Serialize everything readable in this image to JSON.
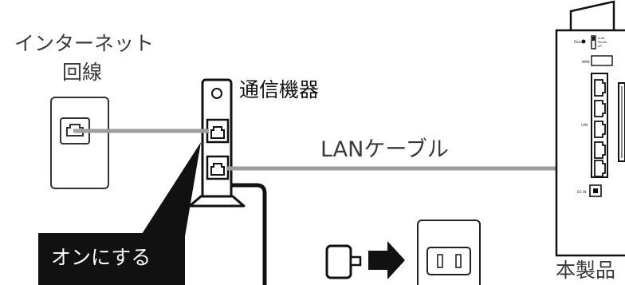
{
  "labels": {
    "internet_line_1": "インターネット",
    "internet_line_2": "回線",
    "device": "通信機器",
    "cable": "LANケーブル",
    "power_on": "オンにする",
    "product": "本製品"
  },
  "router_panel": {
    "reset": "Reset",
    "mode_switch": [
      "Auto",
      "Router",
      "AP"
    ],
    "wan": "WAN",
    "lan": "LAN",
    "dcin": "DC IN"
  },
  "colors": {
    "line": "#1a1a1a",
    "cable": "#9e9e9e",
    "callout_bg": "#111111",
    "callout_text": "#ffffff",
    "label_text": "#3a3a3a"
  }
}
